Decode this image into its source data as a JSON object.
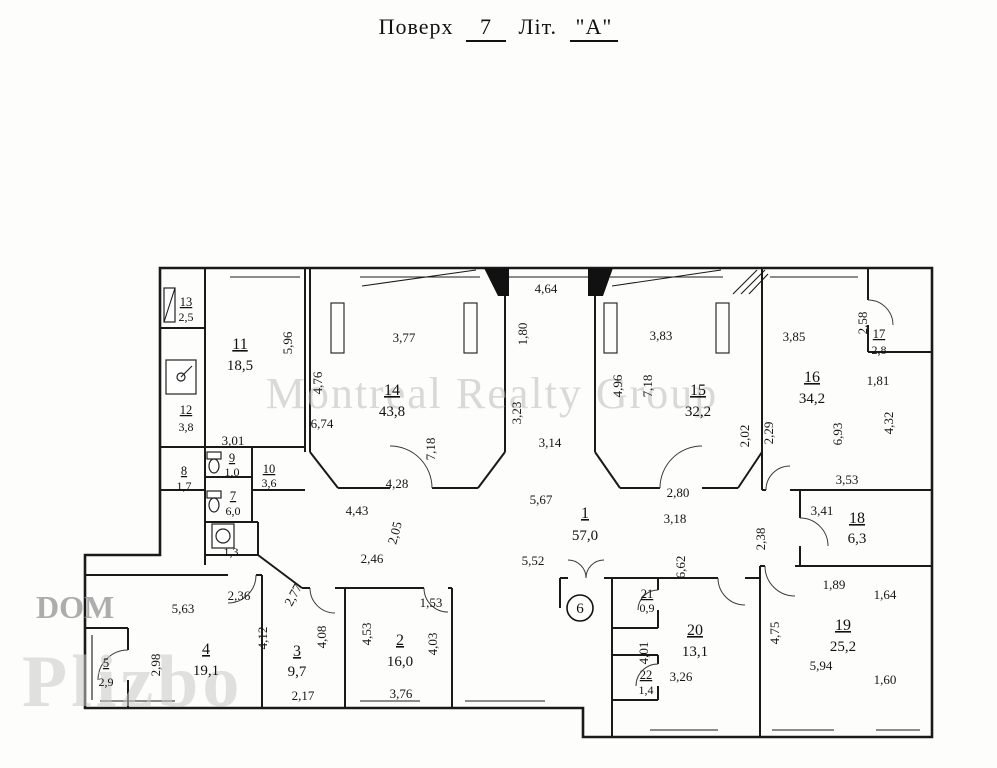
{
  "page": {
    "title_word": "Поверх",
    "title_floor": "7",
    "title_lit": "Літ.",
    "title_letter": "\"А\""
  },
  "watermark": {
    "center": "Montreal Realty Group",
    "corner_top": "DOM",
    "corner_bottom": "Plizbo"
  },
  "circled_room": "6",
  "unlabeled_area": "1,3",
  "rooms": {
    "r1": {
      "n": "1",
      "a": "57,0"
    },
    "r2": {
      "n": "2",
      "a": "16,0"
    },
    "r3": {
      "n": "3",
      "a": "9,7"
    },
    "r4": {
      "n": "4",
      "a": "19,1"
    },
    "r5": {
      "n": "5",
      "a": "2,9"
    },
    "r7": {
      "n": "7",
      "a": "6,0"
    },
    "r8": {
      "n": "8",
      "a": "1,7"
    },
    "r9": {
      "n": "9",
      "a": "1,0"
    },
    "r10": {
      "n": "10",
      "a": "3,6"
    },
    "r11": {
      "n": "11",
      "a": "18,5"
    },
    "r12": {
      "n": "12",
      "a": "3,8"
    },
    "r13": {
      "n": "13",
      "a": "2,5"
    },
    "r14": {
      "n": "14",
      "a": "43,8"
    },
    "r15": {
      "n": "15",
      "a": "32,2"
    },
    "r16": {
      "n": "16",
      "a": "34,2"
    },
    "r17": {
      "n": "17",
      "a": "2,8"
    },
    "r18": {
      "n": "18",
      "a": "6,3"
    },
    "r19": {
      "n": "19",
      "a": "25,2"
    },
    "r20": {
      "n": "20",
      "a": "13,1"
    },
    "r21": {
      "n": "21",
      "a": "0,9"
    },
    "r22": {
      "n": "22",
      "a": "1,4"
    }
  },
  "dims": [
    "4,64",
    "5,96",
    "3,77",
    "1,80",
    "3,83",
    "3,85",
    "2,58",
    "1,81",
    "4,76",
    "6,74",
    "7,18",
    "3,23",
    "3,14",
    "4,96",
    "7,18",
    "2,02",
    "2,29",
    "6,93",
    "4,32",
    "3,01",
    "4,28",
    "5,67",
    "2,80",
    "3,53",
    "3,41",
    "4,43",
    "2,05",
    "3,18",
    "2,38",
    "2,46",
    "5,52",
    "6,62",
    "2,36",
    "2,77",
    "1,53",
    "1,89",
    "1,64",
    "5,63",
    "4,12",
    "4,08",
    "4,53",
    "4,03",
    "4,01",
    "4,75",
    "5,94",
    "1,60",
    "2,98",
    "3,26",
    "2,17",
    "3,76"
  ]
}
